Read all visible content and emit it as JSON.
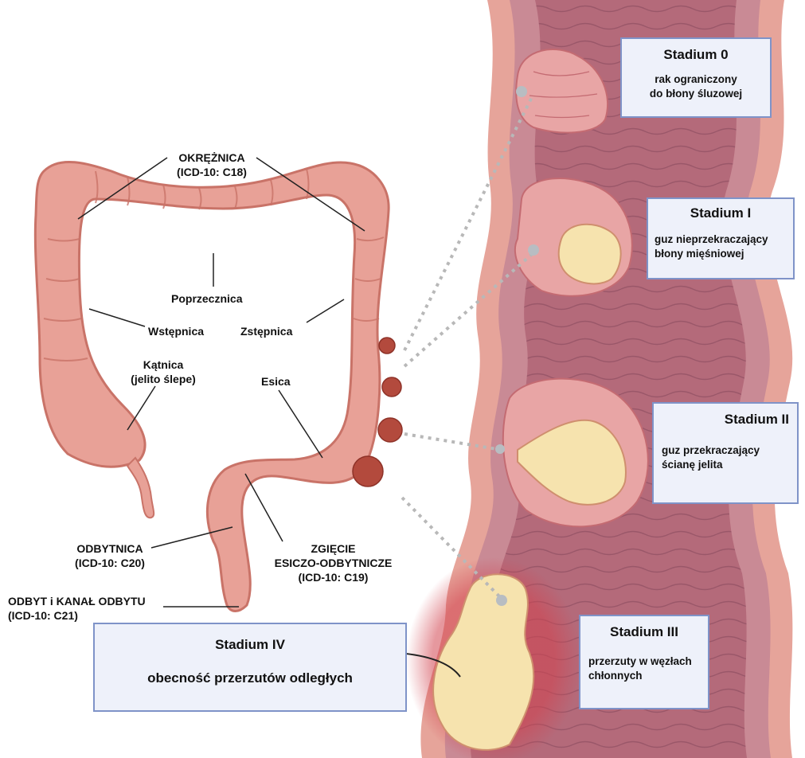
{
  "labels": {
    "okreznica": "OKRĘŻNICA",
    "okreznica_code": "(ICD-10: C18)",
    "poprzecznica": "Poprzecznica",
    "wstepnica": "Wstępnica",
    "zstepnica": "Zstępnica",
    "katnica": "Kątnica",
    "katnica_sub": "(jelito ślepe)",
    "esica": "Esica",
    "odbytnica": "ODBYTNICA",
    "odbytnica_code": "(ICD-10: C20)",
    "zgiecie_1": "ZGIĘCIE",
    "zgiecie_2": "ESICZO-ODBYTNICZE",
    "zgiecie_code": "(ICD-10: C19)",
    "odbyt": "ODBYT i KANAŁ ODBYTU",
    "odbyt_code": "(ICD-10: C21)"
  },
  "stages": [
    {
      "title": "Stadium 0",
      "line1": "rak ograniczony",
      "line2": "do błony śluzowej"
    },
    {
      "title": "Stadium I",
      "line1": "guz nieprzekraczający",
      "line2": "błony mięśniowej"
    },
    {
      "title": "Stadium II",
      "line1": "guz przekraczający",
      "line2": "ścianę jelita"
    },
    {
      "title": "Stadium III",
      "line1": "przerzuty w węzłach",
      "line2": "chłonnych"
    },
    {
      "title": "Stadium IV",
      "line1": "obecność przerzutów odległych"
    }
  ],
  "colors": {
    "colon_fill": "#e8a197",
    "colon_dark": "#c97368",
    "wall_outer": "#e6a49a",
    "lumen": "#b46a7a",
    "tumor_fill": "#f6e3ae",
    "box_fill": "#eef1fa",
    "box_border": "#7f93c8"
  }
}
